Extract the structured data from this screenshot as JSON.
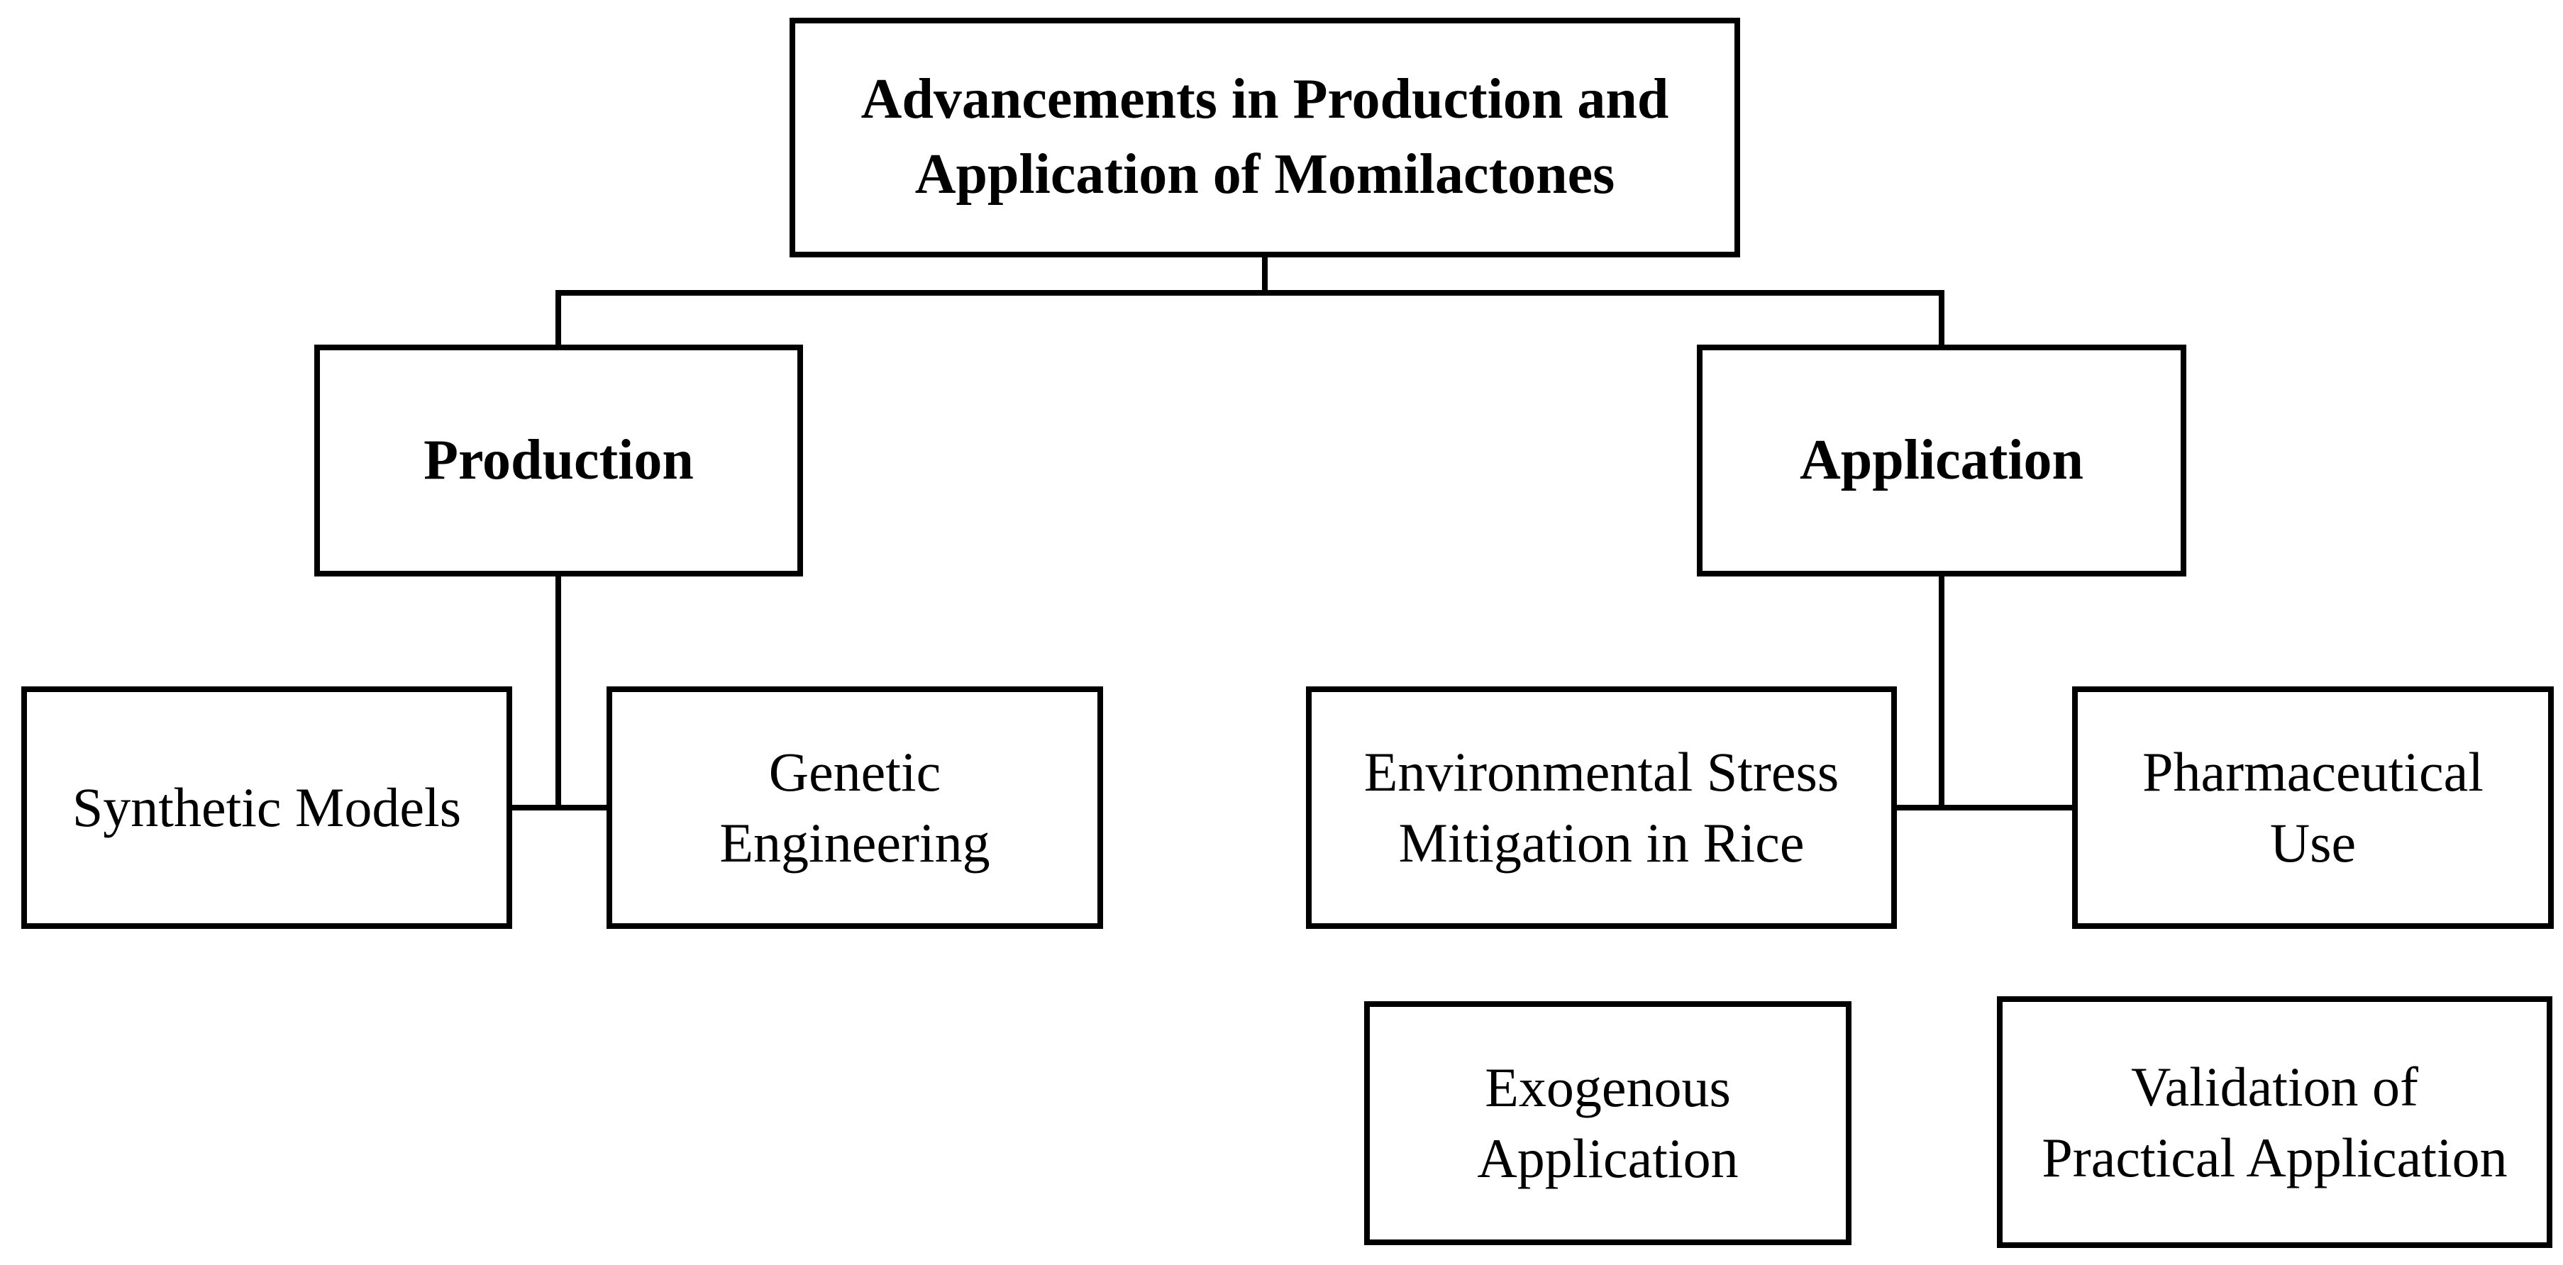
{
  "figure": {
    "type": "flowchart",
    "colors": {
      "background": "#ffffff",
      "border": "#000000",
      "connector": "#000000",
      "text": "#000000"
    },
    "nodes": {
      "root": {
        "label": "Advancements in Production and Application of Momilactones",
        "lines": [
          "Advancements in Production and",
          "Application of Momilactones"
        ],
        "level": 0,
        "bold": true
      },
      "production": {
        "label": "Production",
        "lines": [
          "Production"
        ],
        "level": 1,
        "bold": true
      },
      "application": {
        "label": "Application",
        "lines": [
          "Application"
        ],
        "level": 1,
        "bold": true
      },
      "synthetic_models": {
        "label": "Synthetic Models",
        "lines": [
          "Synthetic Models"
        ],
        "level": 2,
        "bold": false
      },
      "genetic_engineering": {
        "label": "Genetic Engineering",
        "lines": [
          "Genetic",
          "Engineering"
        ],
        "level": 2,
        "bold": false
      },
      "environmental_stress": {
        "label": "Environmental Stress Mitigation in Rice",
        "lines": [
          "Environmental Stress",
          "Mitigation in Rice"
        ],
        "level": 2,
        "bold": false
      },
      "pharmaceutical_use": {
        "label": "Pharmaceutical Use",
        "lines": [
          "Pharmaceutical",
          "Use"
        ],
        "level": 2,
        "bold": false
      },
      "exogenous_application": {
        "label": "Exogenous Application",
        "lines": [
          "Exogenous",
          "Application"
        ],
        "level": 3,
        "bold": false
      },
      "validation_practical": {
        "label": "Validation of Practical Application",
        "lines": [
          "Validation of",
          "Practical Application"
        ],
        "level": 3,
        "bold": false
      }
    },
    "edges": [
      {
        "from": "root",
        "to": "production"
      },
      {
        "from": "root",
        "to": "application"
      },
      {
        "from": "production",
        "to": "synthetic_models"
      },
      {
        "from": "production",
        "to": "genetic_engineering"
      },
      {
        "from": "application",
        "to": "environmental_stress"
      },
      {
        "from": "application",
        "to": "pharmaceutical_use"
      }
    ]
  }
}
